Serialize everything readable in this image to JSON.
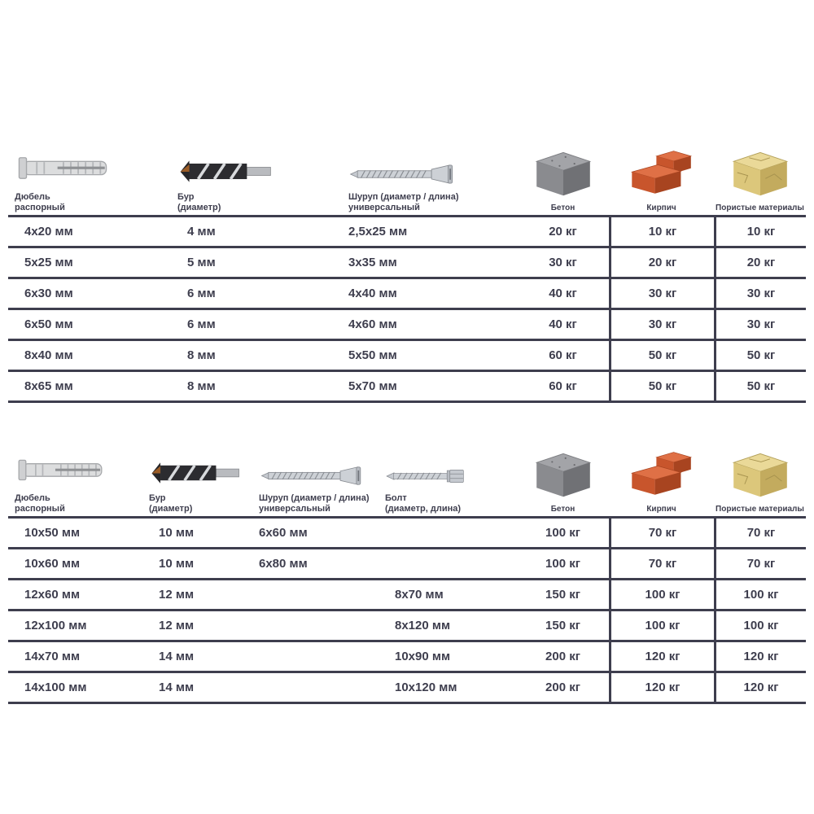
{
  "colors": {
    "line": "#3e3e4e",
    "text": "#3e3e4e"
  },
  "units": {
    "length": "мм",
    "weight": "кг"
  },
  "chart_data": [
    {
      "type": "table",
      "headers": [
        {
          "icon": "dowel-icon",
          "label": "Дюбель\nраспорный"
        },
        {
          "icon": "drill-bit-icon",
          "label": "Бур\n(диаметр)"
        },
        {
          "icon": "screw-icon",
          "label": "Шуруп (диаметр / длина)\nуниверсальный"
        },
        {
          "icon": "concrete-block-icon",
          "label": "Бетон"
        },
        {
          "icon": "brick-icon",
          "label": "Кирпич"
        },
        {
          "icon": "porous-block-icon",
          "label": "Пористые материалы"
        }
      ],
      "rows": [
        [
          "4x20 мм",
          "4 мм",
          "2,5x25 мм",
          "20 кг",
          "10 кг",
          "10 кг"
        ],
        [
          "5x25 мм",
          "5 мм",
          "3x35 мм",
          "30 кг",
          "20 кг",
          "20 кг"
        ],
        [
          "6x30 мм",
          "6 мм",
          "4x40 мм",
          "40 кг",
          "30 кг",
          "30 кг"
        ],
        [
          "6x50 мм",
          "6 мм",
          "4x60 мм",
          "40 кг",
          "30 кг",
          "30 кг"
        ],
        [
          "8x40 мм",
          "8 мм",
          "5x50 мм",
          "60 кг",
          "50 кг",
          "50 кг"
        ],
        [
          "8x65 мм",
          "8 мм",
          "5x70 мм",
          "60 кг",
          "50 кг",
          "50 кг"
        ]
      ]
    },
    {
      "type": "table",
      "headers": [
        {
          "icon": "dowel-icon",
          "label": "Дюбель\nраспорный"
        },
        {
          "icon": "drill-bit-icon",
          "label": "Бур\n(диаметр)"
        },
        {
          "icon": "screw-icon",
          "label": "Шуруп (диаметр / длина)\nуниверсальный"
        },
        {
          "icon": "lag-bolt-icon",
          "label": "Болт\n(диаметр, длина)"
        },
        {
          "icon": "concrete-block-icon",
          "label": "Бетон"
        },
        {
          "icon": "brick-icon",
          "label": "Кирпич"
        },
        {
          "icon": "porous-block-icon",
          "label": "Пористые материалы"
        }
      ],
      "rows": [
        [
          "10x50 мм",
          "10 мм",
          "6x60 мм",
          "",
          "100 кг",
          "70 кг",
          "70 кг"
        ],
        [
          "10x60 мм",
          "10 мм",
          "6x80 мм",
          "",
          "100 кг",
          "70 кг",
          "70 кг"
        ],
        [
          "12x60 мм",
          "12 мм",
          "",
          "8x70 мм",
          "150 кг",
          "100 кг",
          "100 кг"
        ],
        [
          "12x100 мм",
          "12 мм",
          "",
          "8x120 мм",
          "150 кг",
          "100 кг",
          "100 кг"
        ],
        [
          "14x70 мм",
          "14 мм",
          "",
          "10x90 мм",
          "200 кг",
          "120 кг",
          "120 кг"
        ],
        [
          "14x100 мм",
          "14 мм",
          "",
          "10x120 мм",
          "200 кг",
          "120 кг",
          "120 кг"
        ]
      ]
    }
  ]
}
